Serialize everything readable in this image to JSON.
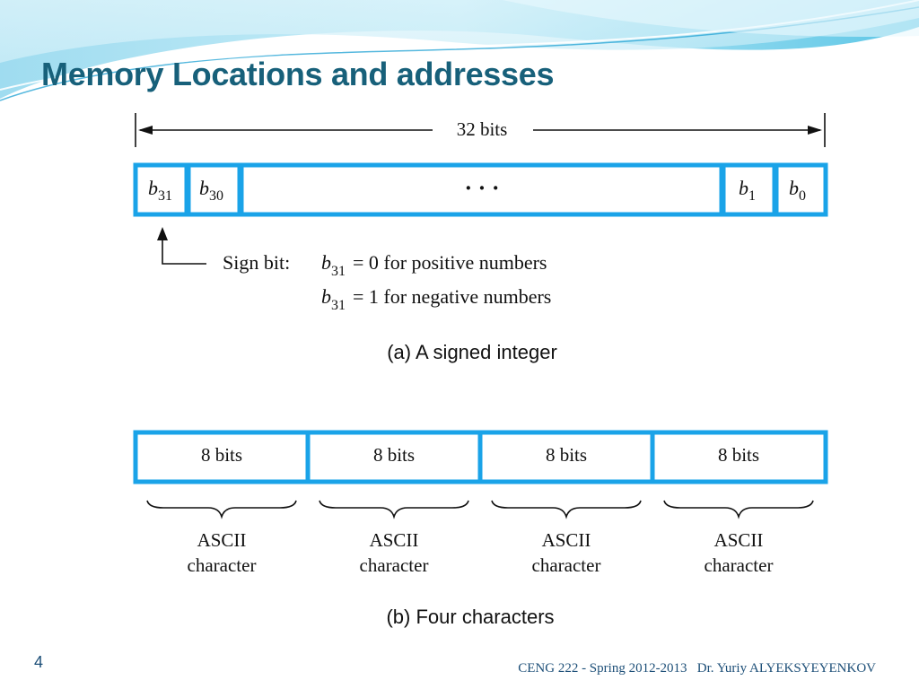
{
  "slide": {
    "title": "Memory Locations and addresses",
    "number": "4",
    "footer": "CENG 222 - Spring 2012-2013   Dr. Yuriy ALYEKSYEYENKOV"
  },
  "figure_a": {
    "width_label": "32 bits",
    "bits": [
      {
        "base": "b",
        "sub": "31"
      },
      {
        "base": "b",
        "sub": "30"
      },
      {
        "ellipsis": "· · ·"
      },
      {
        "base": "b",
        "sub": "1"
      },
      {
        "base": "b",
        "sub": "0"
      }
    ],
    "sign_label": "Sign bit:",
    "sign_rules": [
      {
        "base": "b",
        "sub": "31",
        "text": "= 0 for positive numbers"
      },
      {
        "base": "b",
        "sub": "31",
        "text": "= 1 for negative numbers"
      }
    ],
    "caption": "(a) A signed integer"
  },
  "figure_b": {
    "bytes": [
      "8 bits",
      "8 bits",
      "8 bits",
      "8 bits"
    ],
    "char_line1": "ASCII",
    "char_line2": "character",
    "caption": "(b) Four characters"
  },
  "colors": {
    "title": "#17607a",
    "box_border": "#1aa3e8",
    "ink": "#111111",
    "footer": "#1d4f78"
  }
}
